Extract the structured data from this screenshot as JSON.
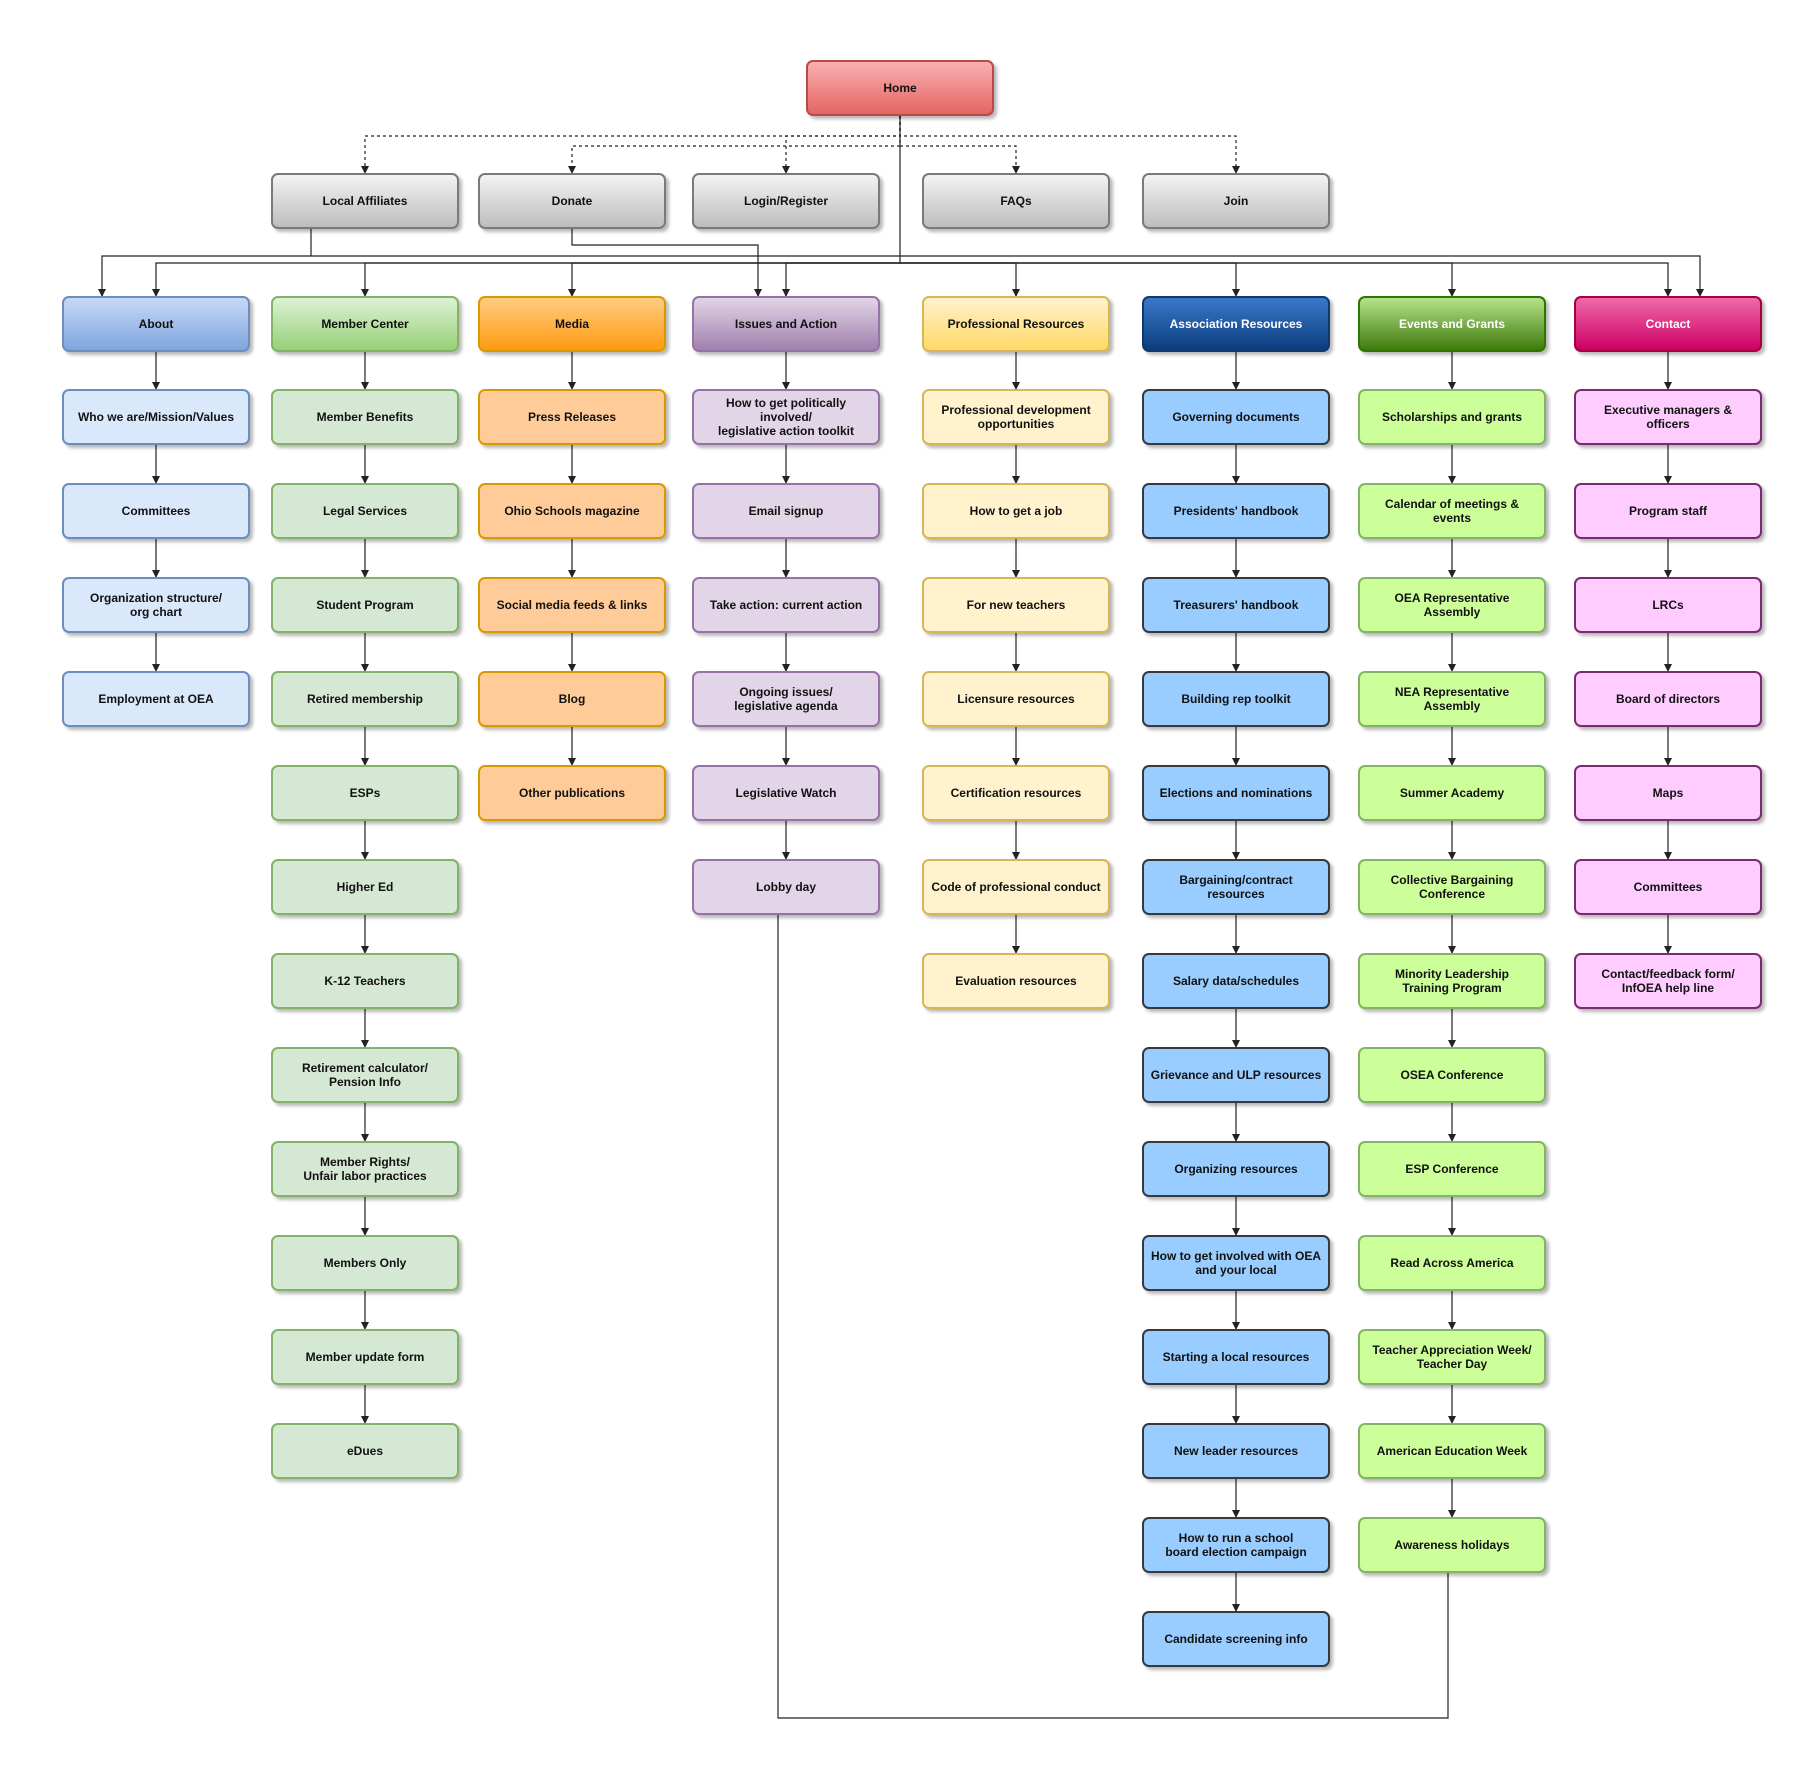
{
  "colors": {
    "home": {
      "fill": "linear-gradient(#f9b0b0, #e56464)",
      "border": "#b84a4a",
      "text": "#111111"
    },
    "gray": {
      "fill": "linear-gradient(#f3f3f3, #bdbdbd)",
      "border": "#7a7a7a",
      "text": "#111111"
    },
    "about": {
      "head": "linear-gradient(#c6d9f4, #7ea6e0)",
      "headBorder": "#6c8ebf",
      "item": "#dae8fc",
      "itemBorder": "#6c8ebf",
      "text": "#111111"
    },
    "member": {
      "head": "linear-gradient(#dcf2d4, #97d077)",
      "headBorder": "#82b366",
      "item": "#d5e8d4",
      "itemBorder": "#82b366",
      "text": "#111111"
    },
    "media": {
      "head": "linear-gradient(#ffcc80, #ff9a10)",
      "headBorder": "#d79b00",
      "item": "#ffcc99",
      "itemBorder": "#d79b00",
      "text": "#111111"
    },
    "issues": {
      "head": "linear-gradient(#e1d5e7, #a180ad)",
      "headBorder": "#9673a6",
      "item": "#e1d5e7",
      "itemBorder": "#9673a6",
      "text": "#111111"
    },
    "prof": {
      "head": "linear-gradient(#fff2cc, #ffd966)",
      "headBorder": "#d6b656",
      "item": "#fff2cc",
      "itemBorder": "#d6b656",
      "text": "#111111"
    },
    "assoc": {
      "head": "linear-gradient(#3a78c9, #0b3d7e)",
      "headBorder": "#10396e",
      "item": "#99ccff",
      "itemBorder": "#36393d",
      "text": "#111111",
      "headText": "#ffffff"
    },
    "events": {
      "head": "linear-gradient(#b6e28a, #3f7a0c)",
      "headBorder": "#2d7600",
      "item": "#ccff99",
      "itemBorder": "#82b366",
      "text": "#111111",
      "headText": "#ffffff"
    },
    "contact": {
      "head": "linear-gradient(#f06aa8, #cc0066)",
      "headBorder": "#a50040",
      "item": "#ffccff",
      "itemBorder": "#7a2a6e",
      "text": "#111111",
      "headText": "#ffffff"
    },
    "edge": "#222222"
  },
  "home": {
    "label": "Home"
  },
  "utility": [
    {
      "id": "local-affiliates",
      "label": "Local Affiliates"
    },
    {
      "id": "donate",
      "label": "Donate"
    },
    {
      "id": "login-register",
      "label": "Login/Register"
    },
    {
      "id": "faqs",
      "label": "FAQs"
    },
    {
      "id": "join",
      "label": "Join"
    }
  ],
  "sections": [
    {
      "id": "about",
      "label": "About",
      "items": [
        "Who we are/Mission/Values",
        "Committees",
        "Organization structure/\norg chart",
        "Employment at OEA"
      ]
    },
    {
      "id": "member",
      "label": "Member Center",
      "items": [
        "Member Benefits",
        "Legal Services",
        "Student Program",
        "Retired membership",
        "ESPs",
        "Higher Ed",
        "K-12 Teachers",
        "Retirement calculator/\nPension Info",
        "Member Rights/\nUnfair labor practices",
        "Members Only",
        "Member update form",
        "eDues"
      ]
    },
    {
      "id": "media",
      "label": "Media",
      "items": [
        "Press Releases",
        "Ohio Schools magazine",
        "Social media feeds & links",
        "Blog",
        "Other publications"
      ]
    },
    {
      "id": "issues",
      "label": "Issues and Action",
      "items": [
        "How to get politically involved/\nlegislative action toolkit",
        "Email signup",
        "Take action: current action",
        "Ongoing issues/\nlegislative agenda",
        "Legislative Watch",
        "Lobby day"
      ]
    },
    {
      "id": "prof",
      "label": "Professional Resources",
      "items": [
        "Professional development\nopportunities",
        "How to get a job",
        "For new teachers",
        "Licensure resources",
        "Certification resources",
        "Code of professional conduct",
        "Evaluation resources"
      ]
    },
    {
      "id": "assoc",
      "label": "Association Resources",
      "items": [
        "Governing documents",
        "Presidents' handbook",
        "Treasurers' handbook",
        "Building rep toolkit",
        "Elections and nominations",
        "Bargaining/contract resources",
        "Salary data/schedules",
        "Grievance and ULP resources",
        "Organizing resources",
        "How to get involved with OEA\nand your local",
        "Starting a local resources",
        "New leader resources",
        "How to run a school\nboard election campaign",
        "Candidate screening info"
      ]
    },
    {
      "id": "events",
      "label": "Events and Grants",
      "items": [
        "Scholarships and grants",
        "Calendar of meetings & events",
        "OEA Representative Assembly",
        "NEA Representative Assembly",
        "Summer Academy",
        "Collective Bargaining\nConference",
        "Minority Leadership\nTraining Program",
        "OSEA Conference",
        "ESP Conference",
        "Read Across America",
        "Teacher Appreciation Week/\nTeacher Day",
        "American Education Week",
        "Awareness holidays"
      ]
    },
    {
      "id": "contact",
      "label": "Contact",
      "items": [
        "Executive managers & officers",
        "Program staff",
        "LRCs",
        "Board of directors",
        "Maps",
        "Committees",
        "Contact/feedback form/\nInfOEA help line"
      ]
    }
  ]
}
